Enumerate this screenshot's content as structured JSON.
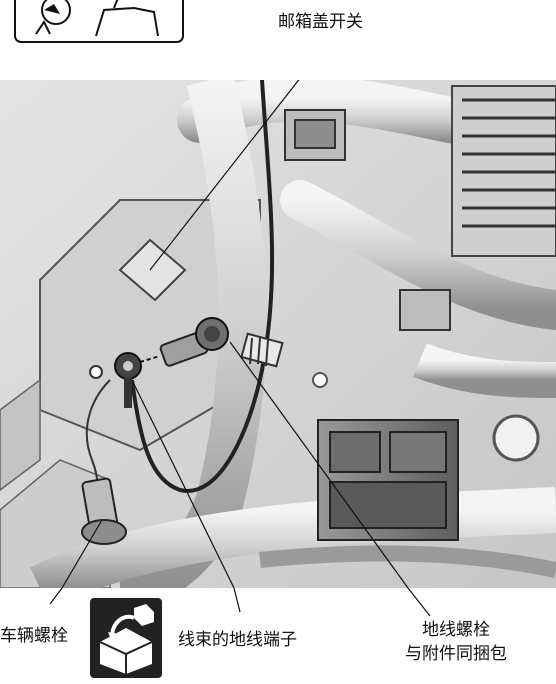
{
  "labels": {
    "mailbox_cover_switch": "邮箱盖开关",
    "vehicle_bolt": "车辆螺栓",
    "harness_ground_terminal": "线束的地线端子",
    "ground_bolt_line1": "地线螺栓",
    "ground_bolt_line2": "与附件同捆包"
  },
  "icons": {
    "inset": "vehicle-location-inset-icon",
    "accessory_box": "accessory-box-icon"
  },
  "colors": {
    "photo_bg": "#d7d7d7",
    "leader": "#111111",
    "harness": "#222222"
  }
}
